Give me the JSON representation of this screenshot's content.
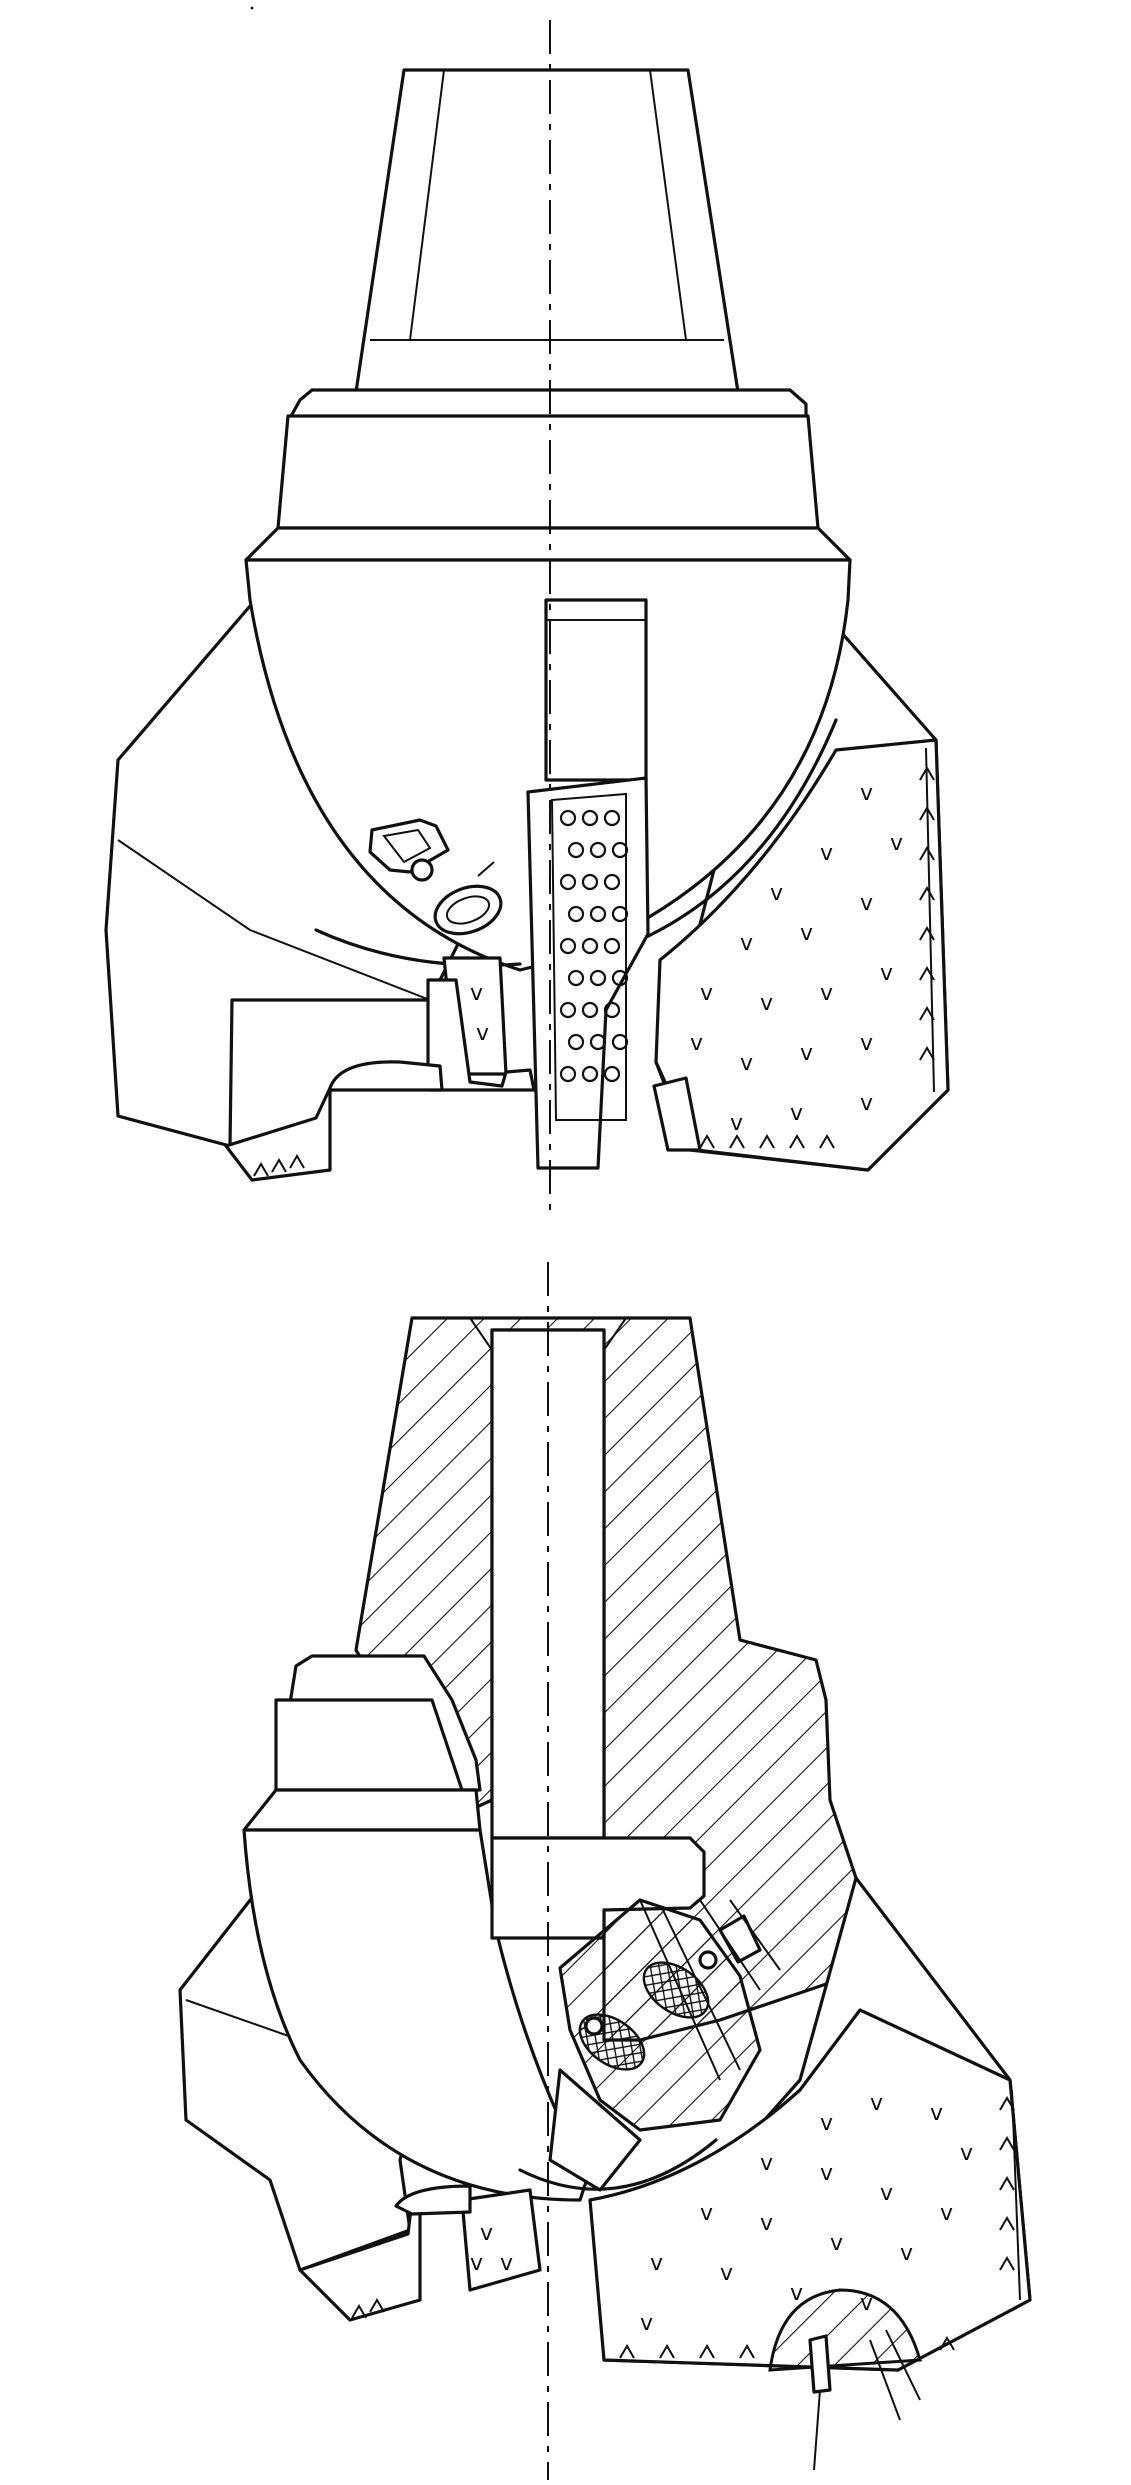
{
  "figure": {
    "views": [
      {
        "id": "exterior-view"
      },
      {
        "id": "sectional-view"
      }
    ],
    "colors": {
      "ink": "#111111",
      "paper": "#ffffff"
    },
    "symbols": {
      "insert_mark": "v",
      "pellet_mark": "o"
    }
  }
}
